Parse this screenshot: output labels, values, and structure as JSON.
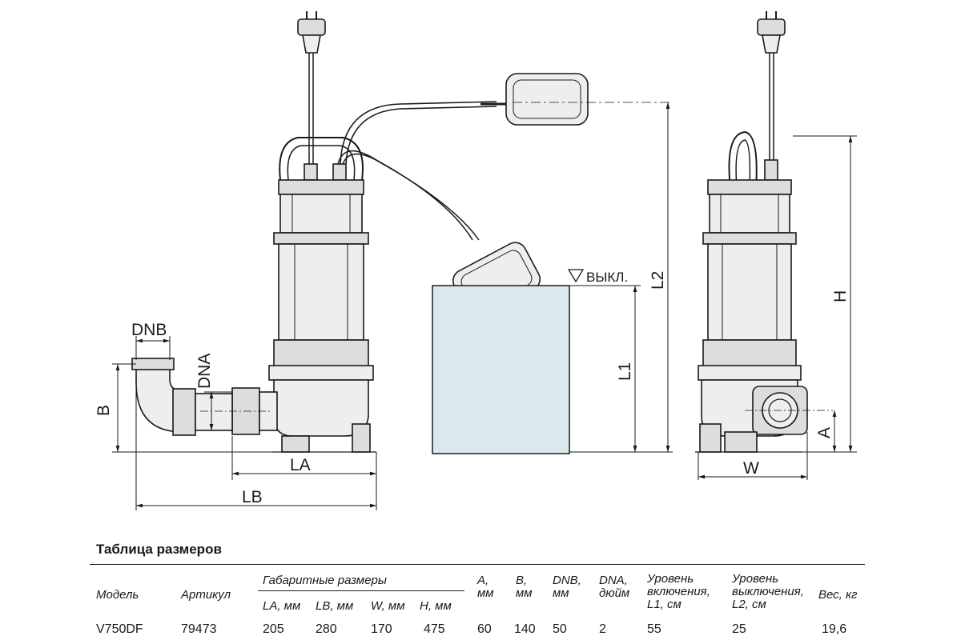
{
  "drawing": {
    "labels": {
      "dnb": "DNB",
      "dna": "DNA",
      "b": "B",
      "la": "LA",
      "lb": "LB",
      "off_level": "ВЫКЛ.",
      "l1": "L1",
      "l2": "L2",
      "h": "H",
      "w": "W",
      "a": "A"
    }
  },
  "table": {
    "title": "Таблица размеров",
    "group_header": "Габаритные размеры",
    "headers": {
      "model": "Модель",
      "article": "Артикул",
      "la": "LA, мм",
      "lb": "LB, мм",
      "w": "W, мм",
      "h": "H, мм",
      "a": [
        "A,",
        "мм"
      ],
      "b": [
        "B,",
        "мм"
      ],
      "dnb": [
        "DNB,",
        "мм"
      ],
      "dna": [
        "DNA,",
        "дюйм"
      ],
      "l1": [
        "Уровень",
        "включения,",
        "L1, см"
      ],
      "l2": [
        "Уровень",
        "выключения,",
        "L2, см"
      ],
      "weight": "Вес, кг"
    },
    "row": {
      "model": "V750DF",
      "article": "79473",
      "la": "205",
      "lb": "280",
      "w": "170",
      "h": "475",
      "a": "60",
      "b": "140",
      "dnb": "50",
      "dna": "2",
      "l1": "55",
      "l2": "25",
      "weight": "19,6"
    }
  }
}
